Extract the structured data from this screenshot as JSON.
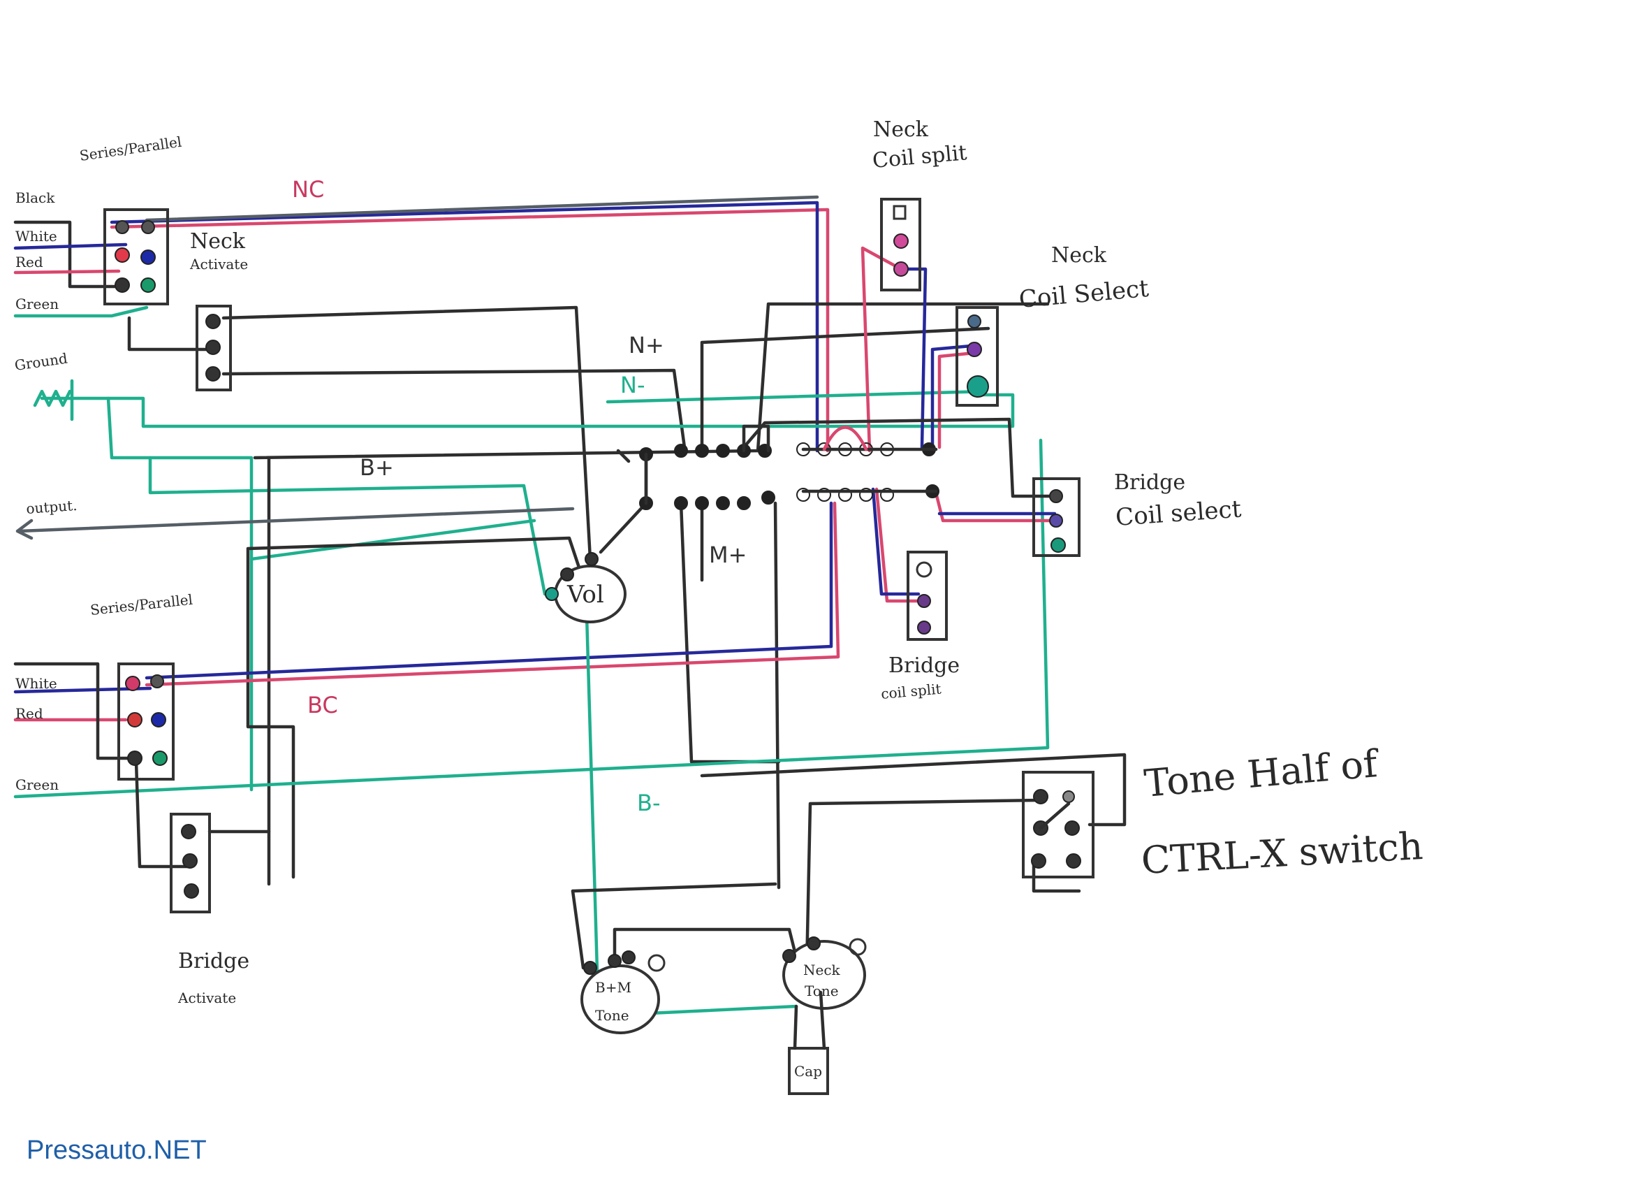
{
  "labels": {
    "series_parallel_top": "Series/Parallel",
    "neck_activate": [
      "Neck",
      "Activate"
    ],
    "neck_coil_split": [
      "Neck",
      "Coil split"
    ],
    "neck_coil_select": [
      "Neck",
      "Coil Select"
    ],
    "bridge_coil_select": [
      "Bridge",
      "Coil select"
    ],
    "bridge_coil_split": [
      "Bridge",
      "coil split"
    ],
    "series_parallel_bottom": "Series/Parallel",
    "bridge_activate": [
      "Bridge",
      "Activate"
    ],
    "tone_half": [
      "Tone Half of",
      "CTRL-X switch"
    ],
    "output": "output.",
    "ground": "Ground",
    "vol": "Vol",
    "bm_tone": [
      "B+M",
      "Tone"
    ],
    "neck_tone": [
      "Neck",
      "Tone"
    ],
    "cap": "Cap",
    "wire_top": [
      "Black",
      "White",
      "Red",
      "Green"
    ],
    "wire_bottom": [
      "White",
      "Red",
      "Green"
    ]
  },
  "wire_labels": {
    "nc": "NC",
    "n_plus": "N+",
    "n_minus": "N-",
    "b_plus": "B+",
    "m_plus": "M+",
    "bc": "BC",
    "b_minus": "B-"
  },
  "watermark": "Pressauto.NET",
  "colors": {
    "black": "#2e2e2e",
    "pink": "#d9476e",
    "blue": "#26289a",
    "green": "#1fb08e",
    "gray": "#565e66",
    "watermark": "#1f5fa8"
  }
}
